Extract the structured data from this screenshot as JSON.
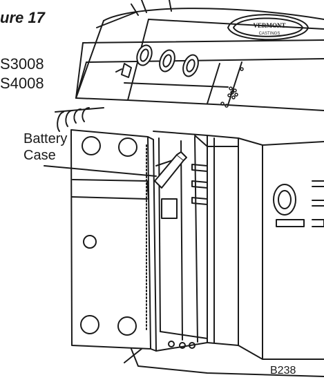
{
  "figure": {
    "caption": "ure 17",
    "models": [
      "S3008",
      "S4008"
    ],
    "callout_line1": "Battery",
    "callout_line2": "Case",
    "code": "B238"
  },
  "logo": {
    "brand": "VERMONT",
    "sub": "CASTINGS"
  }
}
